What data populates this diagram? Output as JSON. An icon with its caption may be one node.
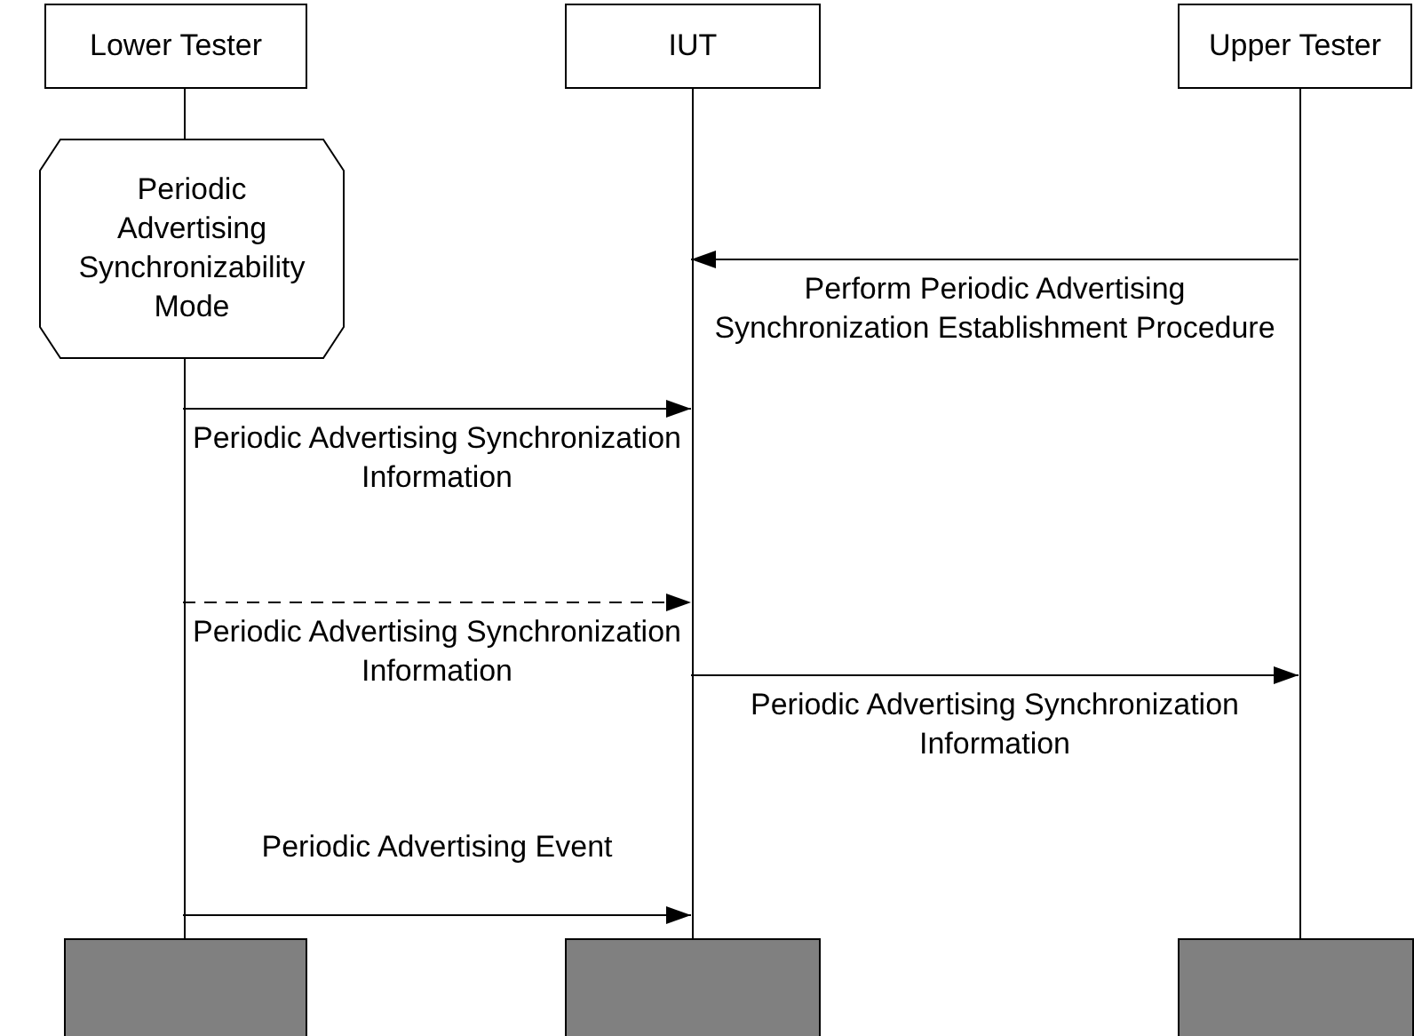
{
  "diagram": {
    "nodes": [
      {
        "text": [
          "Lower Tester"
        ]
      },
      {
        "text": [
          "IUT"
        ]
      },
      {
        "text": [
          "Upper Tester"
        ]
      },
      {
        "text": [
          "Periodic Advertising Synchronizability Mode"
        ]
      },
      {
        "text": [],
        "shape": "box"
      },
      {
        "text": [],
        "shape": "box"
      },
      {
        "text": [],
        "shape": "box"
      }
    ],
    "edges": [
      {
        "from": 2,
        "to": 1,
        "arrow": "to",
        "label": "Perform Periodic Advertising Synchronization Establishment Procedure"
      },
      {
        "from": 0,
        "to": 1,
        "arrow": "to",
        "label": "Periodic Advertising Synchronization Information"
      },
      {
        "from": 0,
        "to": 1,
        "arrow": "to",
        "style": "dashed",
        "label": "Periodic Advertising Synchronization Information"
      },
      {
        "from": 1,
        "to": 2,
        "arrow": "to",
        "label": "Periodic Advertising Synchronization Information"
      },
      {
        "from": 0,
        "to": 1,
        "arrow": "to",
        "label": "Periodic Advertising Event"
      }
    ]
  }
}
